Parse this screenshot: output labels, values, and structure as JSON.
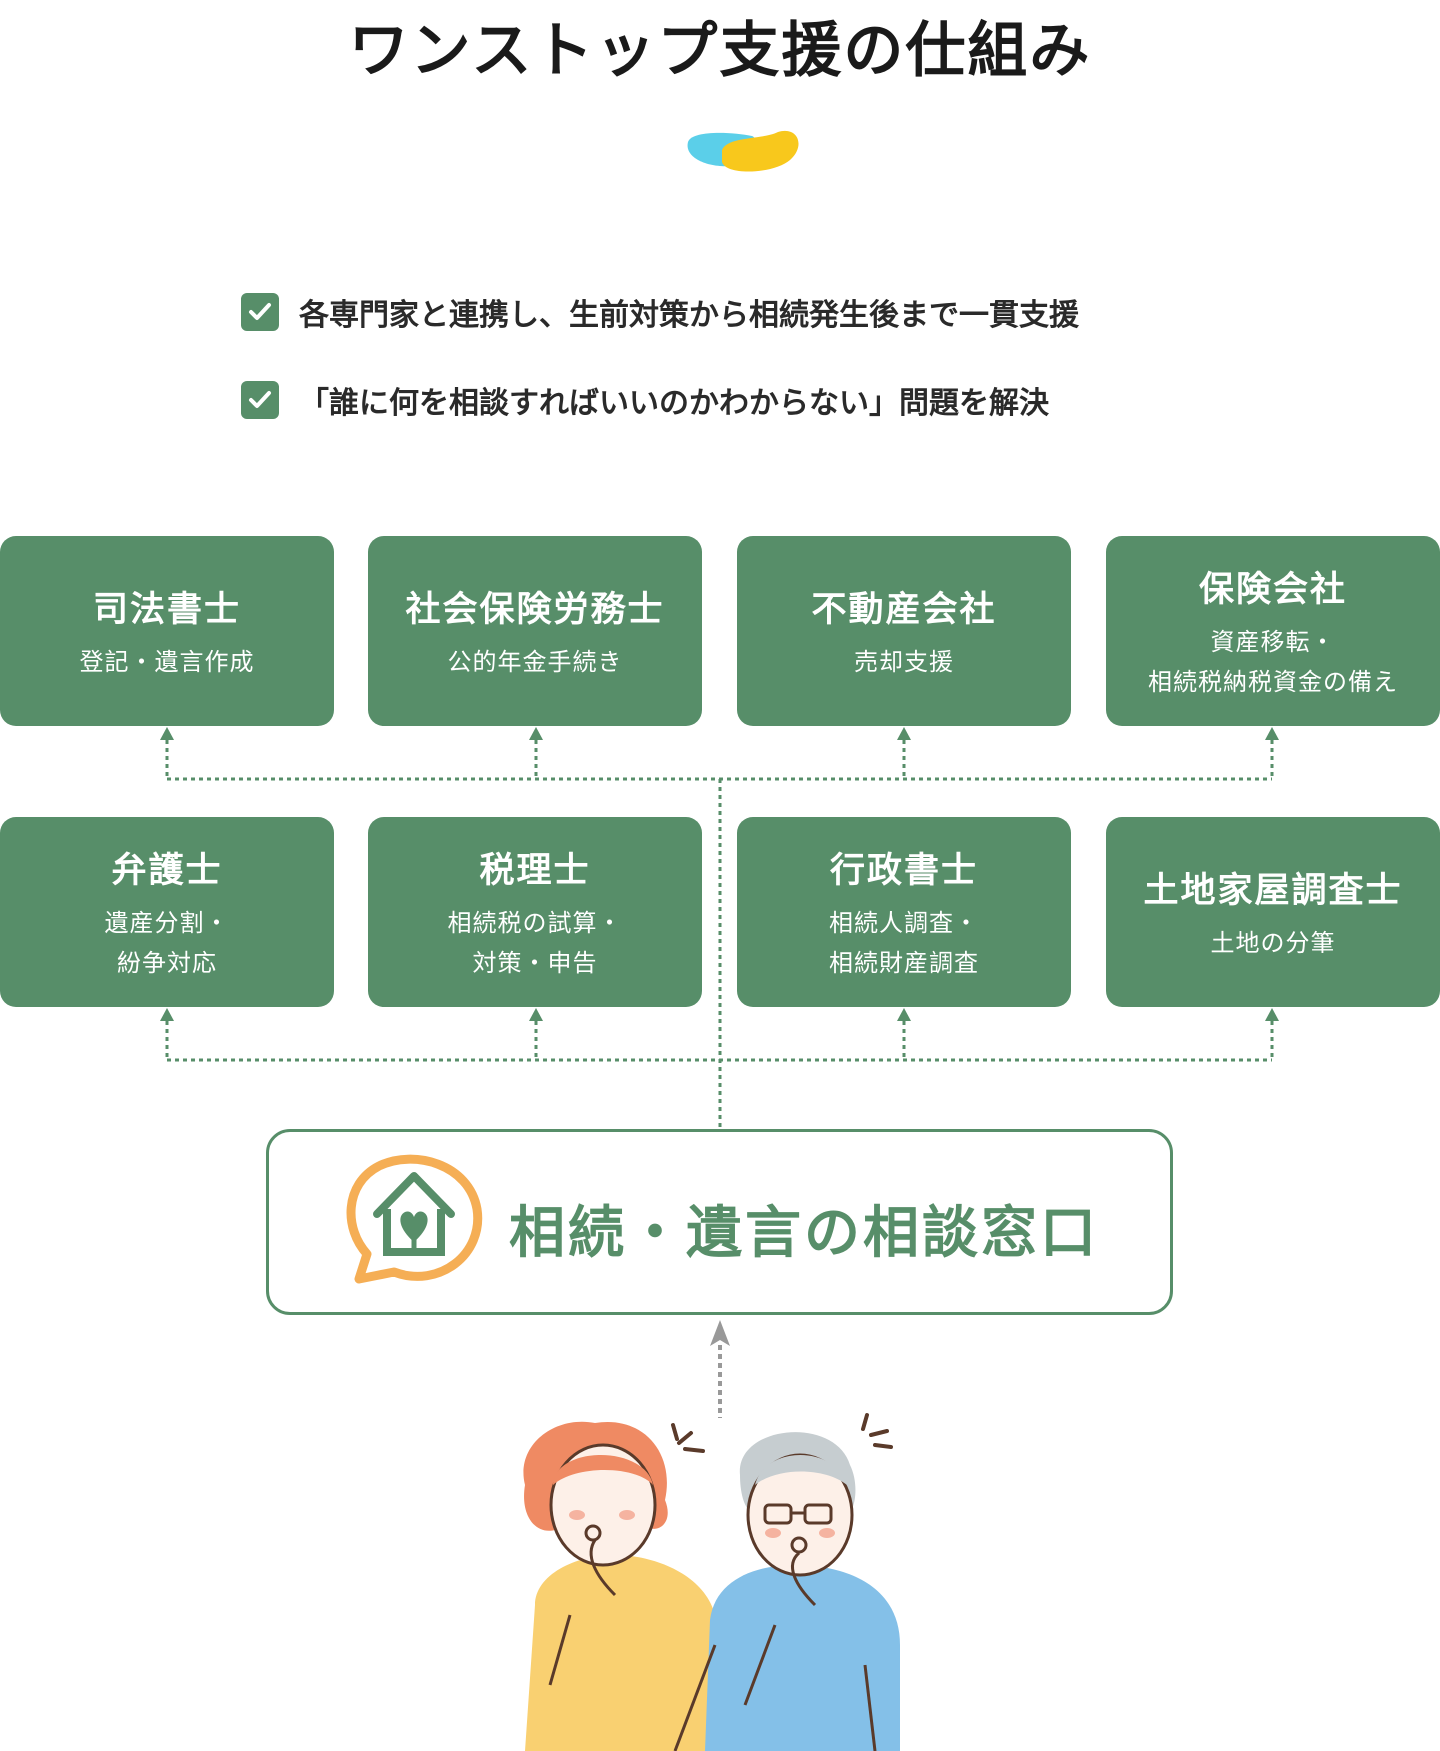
{
  "title": "ワンストップ支援の仕組み",
  "checklist": [
    "各専門家と連携し、生前対策から相続発生後まで一貫支援",
    "「誰に何を相談すればいいのかわからない」問題を解決"
  ],
  "experts": [
    {
      "title": "司法書士",
      "lines": [
        "登記・遺言作成"
      ]
    },
    {
      "title": "社会保険労務士",
      "lines": [
        "公的年金手続き"
      ]
    },
    {
      "title": "不動産会社",
      "lines": [
        "売却支援"
      ]
    },
    {
      "title": "保険会社",
      "lines": [
        "資産移転・",
        "相続税納税資金の備え"
      ]
    },
    {
      "title": "弁護士",
      "lines": [
        "遺産分割・",
        "紛争対応"
      ]
    },
    {
      "title": "税理士",
      "lines": [
        "相続税の試算・",
        "対策・申告"
      ]
    },
    {
      "title": "行政書士",
      "lines": [
        "相続人調査・",
        "相続財産調査"
      ]
    },
    {
      "title": "土地家屋調査士",
      "lines": [
        "土地の分筆"
      ]
    }
  ],
  "consult": {
    "label": "相続・遺言の相談窓口"
  },
  "colors": {
    "green": "#578e69",
    "orange": "#f5ae55",
    "cyan": "#5bcfe9",
    "yellow": "#f8c81c"
  }
}
